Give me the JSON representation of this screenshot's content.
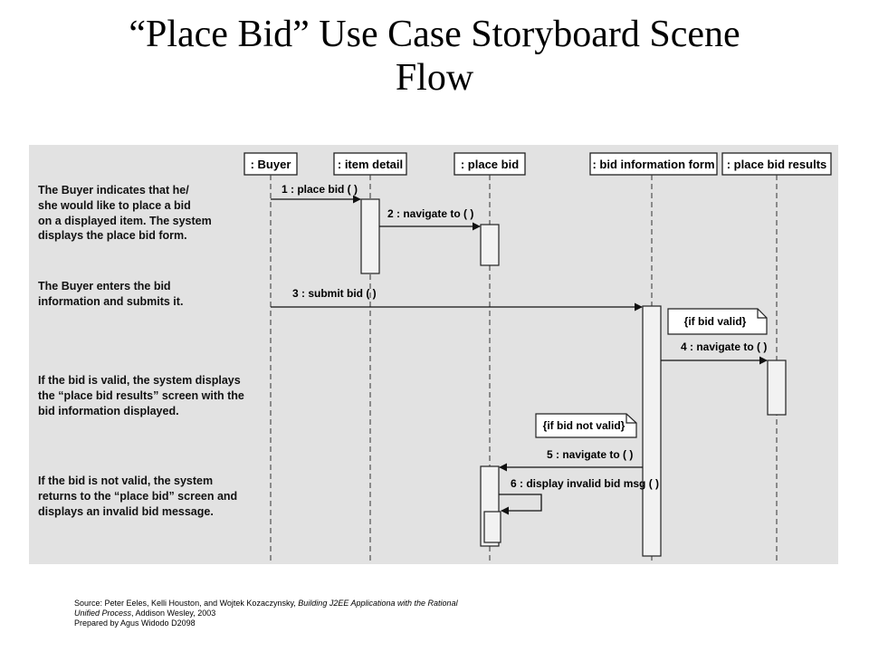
{
  "title": {
    "line1": "“Place Bid” Use Case Storyboard Scene",
    "line2": "Flow"
  },
  "diagram": {
    "lifelines": [
      {
        "id": "buyer",
        "label": ": Buyer"
      },
      {
        "id": "item",
        "label": ": item detail"
      },
      {
        "id": "placebid",
        "label": ": place bid"
      },
      {
        "id": "form",
        "label": ": bid information form"
      },
      {
        "id": "results",
        "label": ": place bid results"
      }
    ],
    "messages": [
      "1 : place bid ( )",
      "2 : navigate to ( )",
      "3 : submit bid ( )",
      "4 : navigate to ( )",
      "5 : navigate to ( )",
      "6 : display invalid bid msg ( )"
    ],
    "notes": [
      "{if bid valid}",
      "{if bid not valid}"
    ],
    "descriptions": [
      [
        "The Buyer indicates that he/",
        "she would like to place a bid",
        "on a displayed item. The system",
        "displays the place bid form."
      ],
      [
        "The Buyer enters the bid",
        "information and submits it."
      ],
      [
        "If the bid is valid, the system displays",
        "the “place bid results” screen with the",
        "bid information displayed."
      ],
      [
        "If the bid is not valid, the system",
        "returns to the “place bid” screen and",
        "displays an invalid bid message."
      ]
    ]
  },
  "source": {
    "line1_prefix": "Source: Peter Eeles, Kelli Houston, and Wojtek Kozaczynsky, ",
    "line1_book": "Building J2EE Applicationa with the Rational",
    "line2_book": "Unified Process",
    "line2_rest": ", Addison Wesley, 2003",
    "line3": "Prepared by Agus Widodo D2098"
  }
}
